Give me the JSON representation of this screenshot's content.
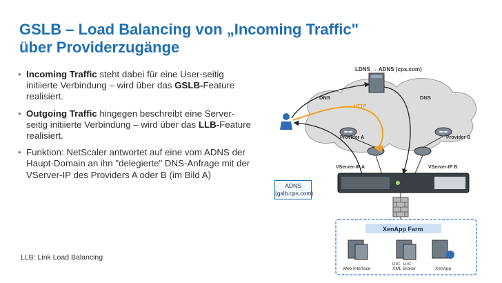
{
  "slide": {
    "title_line1": "GSLB – Load Balancing von „Incoming Traffic\"",
    "title_line2": "über  Providerzugänge",
    "bullets": [
      {
        "bold1": "Incoming Traffic",
        "text1": " steht dabei für eine User-seitig initiierte Verbindung – wird über das ",
        "bold2": "GSLB-",
        "text2": "Feature realisiert."
      },
      {
        "bold1": "Outgoing Traffic",
        "text1": " hingegen beschreibt eine Server-seitig initiierte Verbindung – wird über das ",
        "bold2": "LLB-",
        "text2": "Feature realisiert."
      },
      {
        "text": "Funktion: NetScaler antwortet auf eine vom ADNS der Haupt-Domain an ihn \"delegierte\" DNS-Anfrage mit der VServer-IP des Providers A oder B (im Bild A)"
      }
    ],
    "footnote": "LLB: Link Load Balancing"
  },
  "diagram": {
    "adns_box_line1": "ADNS",
    "adns_box_line2": "(gslb.cps.com)",
    "top_label": "LDNS → ADNS (cps.com)",
    "dns_left": "DNS",
    "dns_right": "DNS",
    "http": "HTTP",
    "provider_a": "Provider A",
    "provider_b": "Provider B",
    "vserver_a": "VServer-IP A",
    "vserver_b": "VServer-IP B",
    "farm": "XenApp Farm",
    "web_interface": "Web Interface",
    "xml_broker": "XML Broker",
    "xenapp": "XenApp",
    "lhc1": "LHC",
    "lhc2": "LHC",
    "colors": {
      "title": "#1f6fb2",
      "arrow_http": "#f0a020",
      "cloud": "#d8d8d8",
      "farm_border": "#5a8fd0"
    }
  }
}
